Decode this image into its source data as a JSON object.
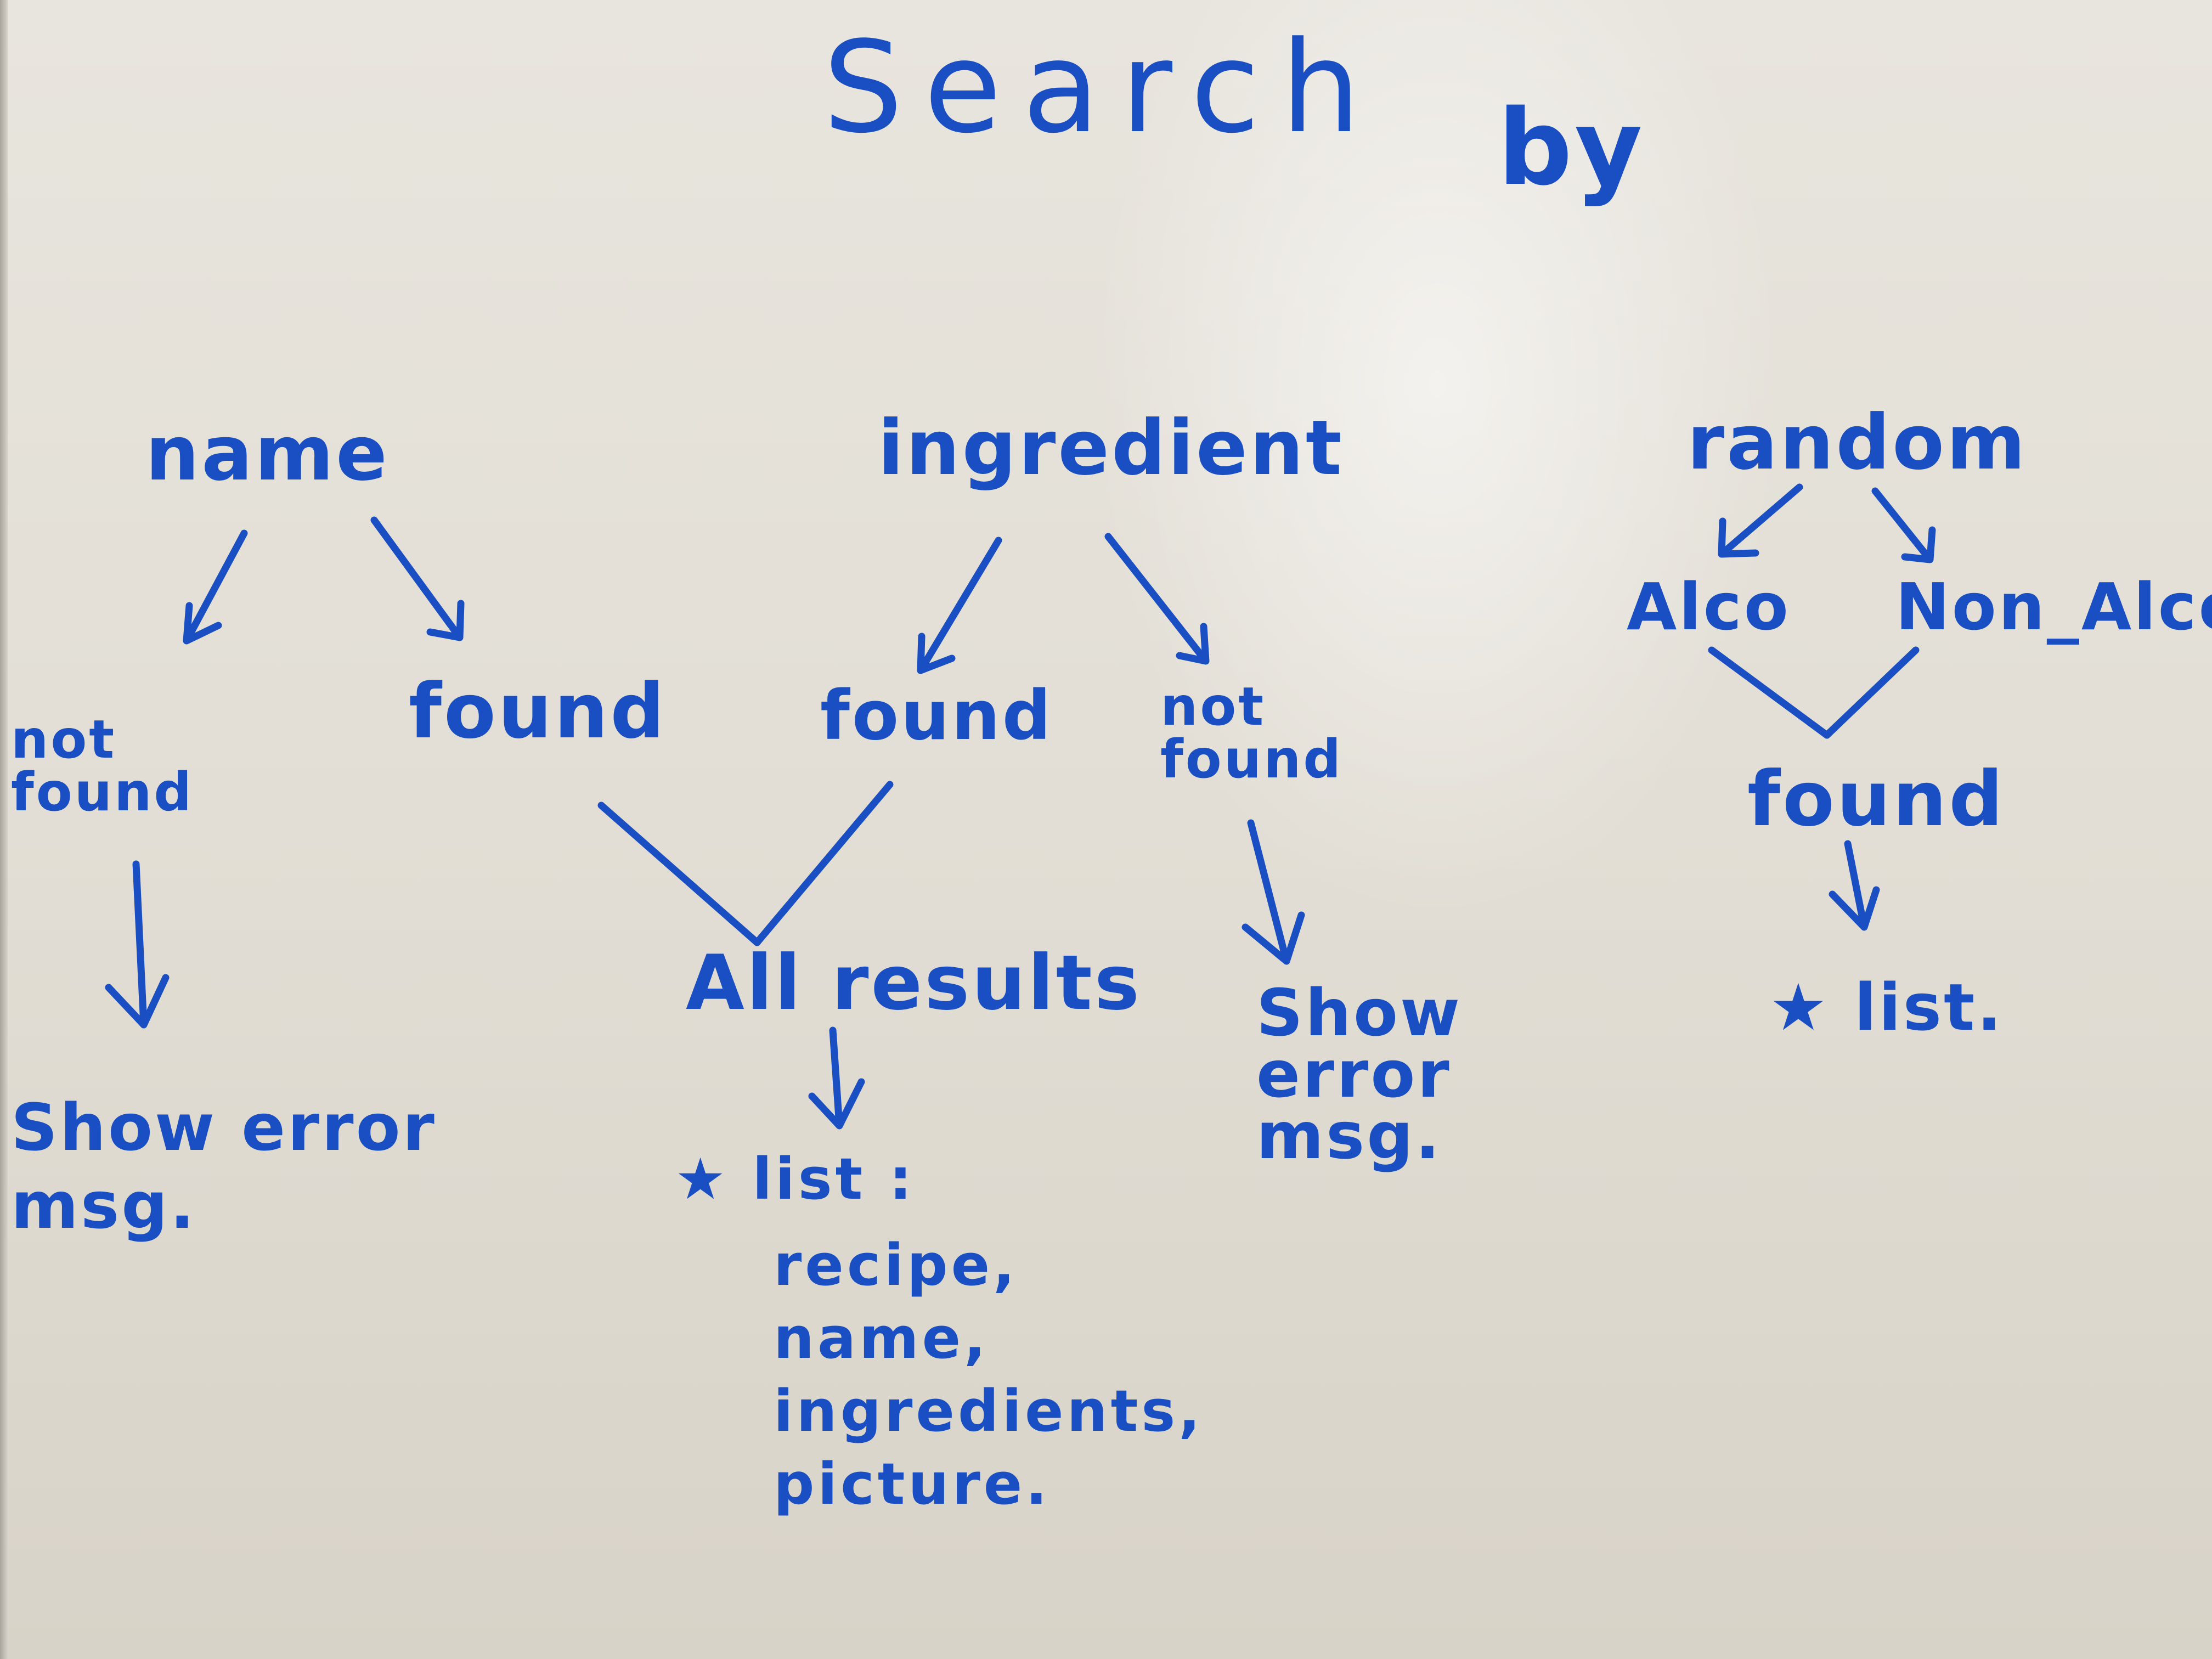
{
  "title": "Search",
  "title_suffix": "by",
  "branches": {
    "name": {
      "label": "name",
      "not_found": "not\nfound",
      "found": "found",
      "error": "Show error\nmsg."
    },
    "ingredient": {
      "label": "ingredient",
      "found": "found",
      "not_found": "not\nfound",
      "error": "Show\nerror\nmsg."
    },
    "random": {
      "label": "random",
      "alco": "Alco",
      "non_alco": "Non_Alco",
      "found": "found",
      "result": "★ list."
    }
  },
  "all_results": "All results",
  "results_list": {
    "header": "★ list :",
    "items": "recipe,\nname,\ningredients,\npicture."
  },
  "colors": {
    "ink": "#1a4fc4",
    "board": "#e4e0d8"
  }
}
